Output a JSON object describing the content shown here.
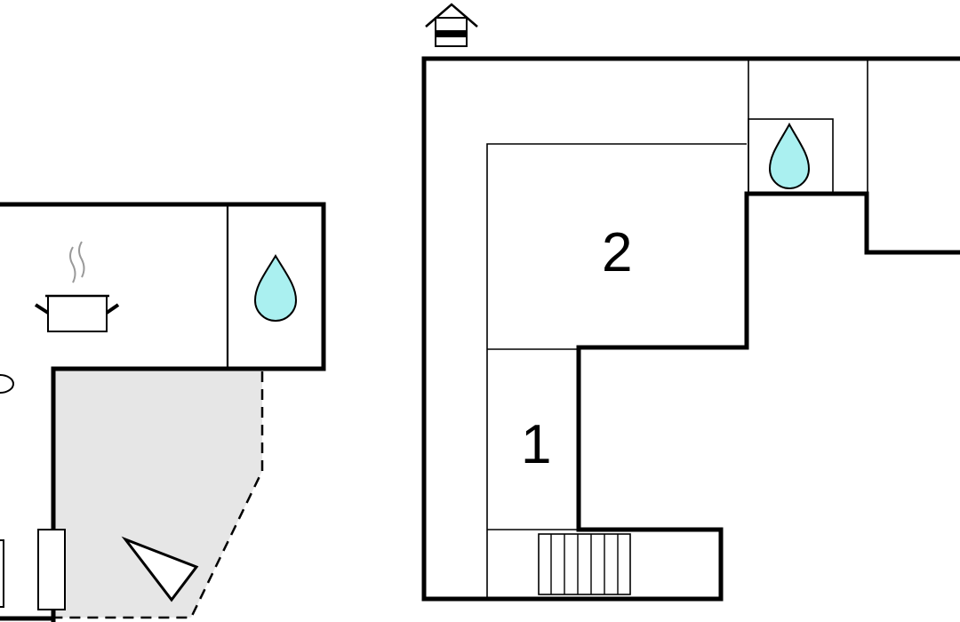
{
  "floorplan": {
    "rooms": [
      {
        "id": "room-1",
        "label": "1"
      },
      {
        "id": "room-2",
        "label": "2"
      }
    ],
    "icons": [
      "house-entrance-icon",
      "cooking-pot-icon",
      "water-drop-icon",
      "water-drop-icon",
      "furniture-icon",
      "staircase-icon"
    ],
    "colors": {
      "wall": "#000000",
      "water_drop": "#aaf0f0",
      "terrace": "#e6e6e6",
      "background": "#ffffff"
    }
  }
}
